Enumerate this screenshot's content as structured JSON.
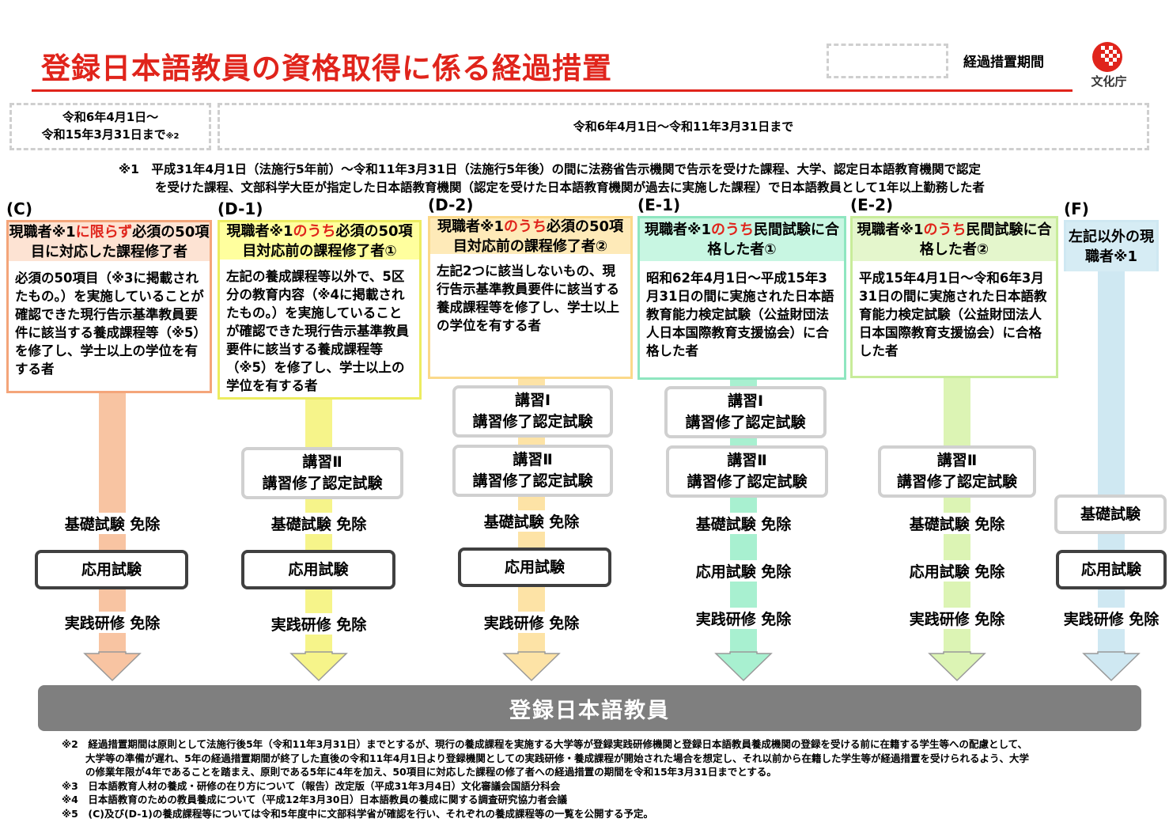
{
  "title": "登録日本語教員の資格取得に係る経過措置",
  "legend_label": "経過措置期間",
  "logo_text": "文化庁",
  "period_left": [
    "令和6年4月1日～",
    "令和15年3月31日まで",
    "※2"
  ],
  "period_right": "令和6年4月1日～令和11年3月31日まで",
  "note1": [
    "※1　平成31年4月1日（法施行5年前）～令和11年3月31日（法施行5年後）の間に法務省告示機関で告示を受けた課程、大学、認定日本語教育機関で認定",
    "を受けた課程、文部科学大臣が指定した日本語教育機関（認定を受けた日本語教育機関が過去に実施した課程）で日本語教員として1年以上勤務した者"
  ],
  "columns": [
    {
      "label": "(C)",
      "header": [
        "現職者※1",
        "に限らず",
        "必須の50項目に対応した課程修了者"
      ],
      "desc": "必須の50項目（※3に掲載されたもの。）を実施していることが確認できた現行告示基準教員要件に該当する養成課程等（※5）を修了し、学士以上の学位を有する者",
      "steps": [
        {
          "t": "text",
          "v": "基礎試験 免除"
        },
        {
          "t": "bold",
          "v": "応用試験"
        },
        {
          "t": "text",
          "v": "実践研修 免除"
        }
      ]
    },
    {
      "label": "(D-1)",
      "header": [
        "現職者※1",
        "のうち",
        "必須の50項目対応前の課程修了者①"
      ],
      "desc": "左記の養成課程等以外で、5区分の教育内容（※4に掲載されたもの。）を実施していることが確認できた現行告示基準教員要件に該当する養成課程等（※5）を修了し、学士以上の学位を有する者",
      "steps": [
        {
          "t": "gray",
          "v": "講習Ⅱ",
          "v2": "講習修了認定試験"
        },
        {
          "t": "text",
          "v": "基礎試験 免除"
        },
        {
          "t": "bold",
          "v": "応用試験"
        },
        {
          "t": "text",
          "v": "実践研修 免除"
        }
      ]
    },
    {
      "label": "(D-2)",
      "header": [
        "現職者※1",
        "のうち",
        "必須の50項目対応前の課程修了者②"
      ],
      "desc": "左記2つに該当しないもの、現行告示基準教員要件に該当する養成課程等を修了し、学士以上の学位を有する者",
      "steps": [
        {
          "t": "gray",
          "v": "講習Ⅰ",
          "v2": "講習修了認定試験"
        },
        {
          "t": "gray",
          "v": "講習Ⅱ",
          "v2": "講習修了認定試験"
        },
        {
          "t": "text",
          "v": "基礎試験 免除"
        },
        {
          "t": "bold",
          "v": "応用試験"
        },
        {
          "t": "text",
          "v": "実践研修 免除"
        }
      ]
    },
    {
      "label": "(E-1)",
      "header": [
        "現職者※1",
        "のうち",
        "民間試験に合格した者①"
      ],
      "desc": "昭和62年4月1日～平成15年3月31日の間に実施された日本語教育能力検定試験（公益財団法人日本国際教育支援協会）に合格した者",
      "steps": [
        {
          "t": "gray",
          "v": "講習Ⅰ",
          "v2": "講習修了認定試験"
        },
        {
          "t": "gray",
          "v": "講習Ⅱ",
          "v2": "講習修了認定試験"
        },
        {
          "t": "text",
          "v": "基礎試験 免除"
        },
        {
          "t": "text",
          "v": "応用試験 免除"
        },
        {
          "t": "text",
          "v": "実践研修 免除"
        }
      ]
    },
    {
      "label": "(E-2)",
      "header": [
        "現職者※1",
        "のうち",
        "民間試験に合格した者②"
      ],
      "desc": "平成15年4月1日～令和6年3月31日の間に実施された日本語教育能力検定試験（公益財団法人日本国際教育支援協会）に合格した者",
      "steps": [
        {
          "t": "gray",
          "v": "講習Ⅱ",
          "v2": "講習修了認定試験"
        },
        {
          "t": "text",
          "v": "基礎試験 免除"
        },
        {
          "t": "text",
          "v": "応用試験 免除"
        },
        {
          "t": "text",
          "v": "実践研修 免除"
        }
      ]
    },
    {
      "label": "(F)",
      "header": [
        "左記以外の現職者※1",
        "",
        ""
      ],
      "desc": "",
      "steps": [
        {
          "t": "gray",
          "v": "基礎試験"
        },
        {
          "t": "bold",
          "v": "応用試験"
        },
        {
          "t": "text",
          "v": "実践研修 免除"
        }
      ]
    }
  ],
  "colors": {
    "C": "#f8c4a2",
    "D1": "#f6f48a",
    "D2": "#fde3a6",
    "E1": "#a8f0d0",
    "E2": "#dcf4b4",
    "F": "#cfe8f2"
  },
  "bottom_label": "登録日本語教員",
  "footnotes": [
    "※2　経過措置期間は原則として法施行後5年（令和11年3月31日）までとするが、現行の養成課程を実施する大学等が登録実践研修機関と登録日本語教員養成機関の登録を受ける前に在籍する学生等への配慮として、",
    "大学等の準備が遅れ、5年の経過措置期間が終了した直後の令和11年4月1日より登録機関としての実践研修・養成課程が開始された場合を想定し、それ以前から在籍した学生等が経過措置を受けられるよう、大学",
    "の修業年限が4年であることを踏まえ、原則である5年に4年を加え、50項目に対応した課程の修了者への経過措置の期間を令和15年3月31日までとする。",
    "※3　日本語教育人材の養成・研修の在り方について（報告）改定版（平成31年3月4日）文化審議会国語分科会",
    "※4　日本語教育のための教員養成について（平成12年3月30日）日本語教員の養成に関する調査研究協力者会議",
    "※5　(C)及び(D-1)の養成課程等については令和5年度中に文部科学省が確認を行い、それぞれの養成課程等の一覧を公開する予定。"
  ]
}
